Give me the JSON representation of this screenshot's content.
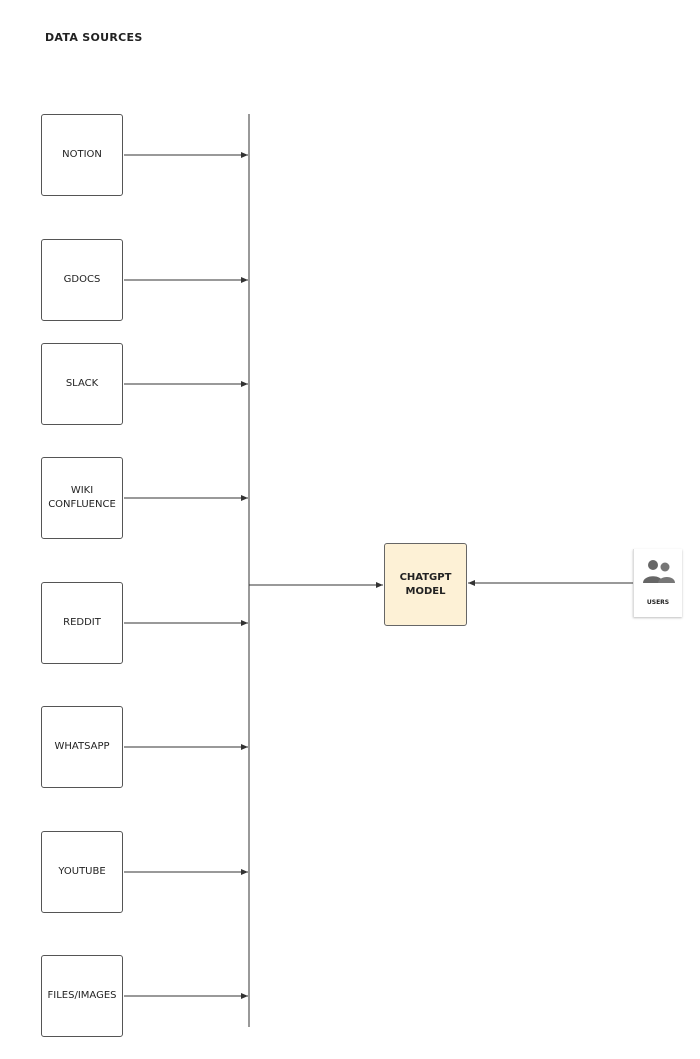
{
  "title": "DATA SOURCES",
  "sources": [
    {
      "label": "NOTION"
    },
    {
      "label": "GDOCS"
    },
    {
      "label": "SLACK"
    },
    {
      "label": "WIKI\nCONFLUENCE"
    },
    {
      "label": "REDDIT"
    },
    {
      "label": "WHATSAPP"
    },
    {
      "label": "YOUTUBE"
    },
    {
      "label": "FILES/IMAGES"
    }
  ],
  "model": {
    "label": "CHATGPT\nMODEL",
    "color": "#fdf1d6"
  },
  "users": {
    "label": "USERS",
    "icon": "users-icon"
  }
}
